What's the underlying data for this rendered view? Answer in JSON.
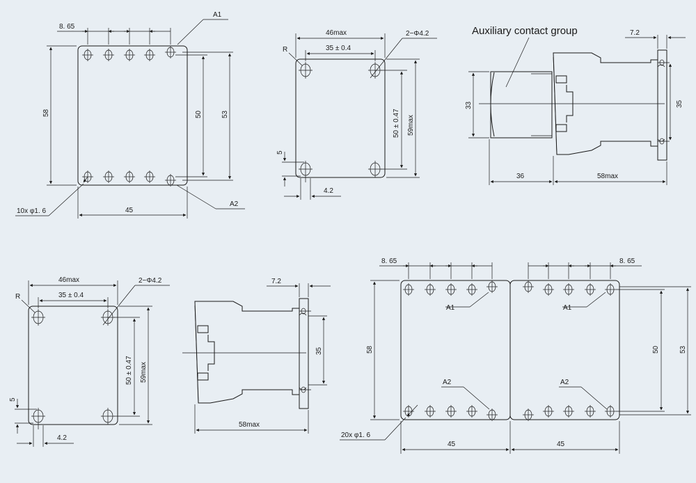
{
  "top_left": {
    "d_pitch": "8. 65",
    "d_width": "45",
    "d_h58": "58",
    "d_h50": "50",
    "d_h53": "53",
    "l_a1": "A1",
    "l_a2": "A2",
    "l_holes": "10x φ1. 6"
  },
  "top_mid": {
    "d_46max": "46max",
    "d_35": "35 ± 0.4",
    "l_r": "R",
    "l_hole": "2−Φ4.2",
    "d_50": "50 ± 0.47",
    "d_59max": "59max",
    "d_5": "5",
    "d_42": "4.2"
  },
  "top_right": {
    "title": "Auxiliary contact group",
    "d_72": "7.2",
    "d_33": "33",
    "d_35": "35",
    "d_36": "36",
    "d_58max": "58max"
  },
  "bot_left": {
    "d_46max": "46max",
    "d_35": "35 ± 0.4",
    "l_r": "R",
    "l_hole": "2−Φ4.2",
    "d_50": "50 ± 0.47",
    "d_59max": "59max",
    "d_5": "5",
    "d_42": "4.2"
  },
  "bot_mid": {
    "d_72": "7.2",
    "d_35": "35",
    "d_58max": "58max"
  },
  "bot_right": {
    "d_pitch_l": "8. 65",
    "d_pitch_r": "8. 65",
    "l_a1_l": "A1",
    "l_a1_r": "A1",
    "l_a2_l": "A2",
    "l_a2_r": "A2",
    "d_58": "58",
    "d_50": "50",
    "d_53": "53",
    "d_45_l": "45",
    "d_45_r": "45",
    "l_holes": "20x φ1. 6"
  }
}
